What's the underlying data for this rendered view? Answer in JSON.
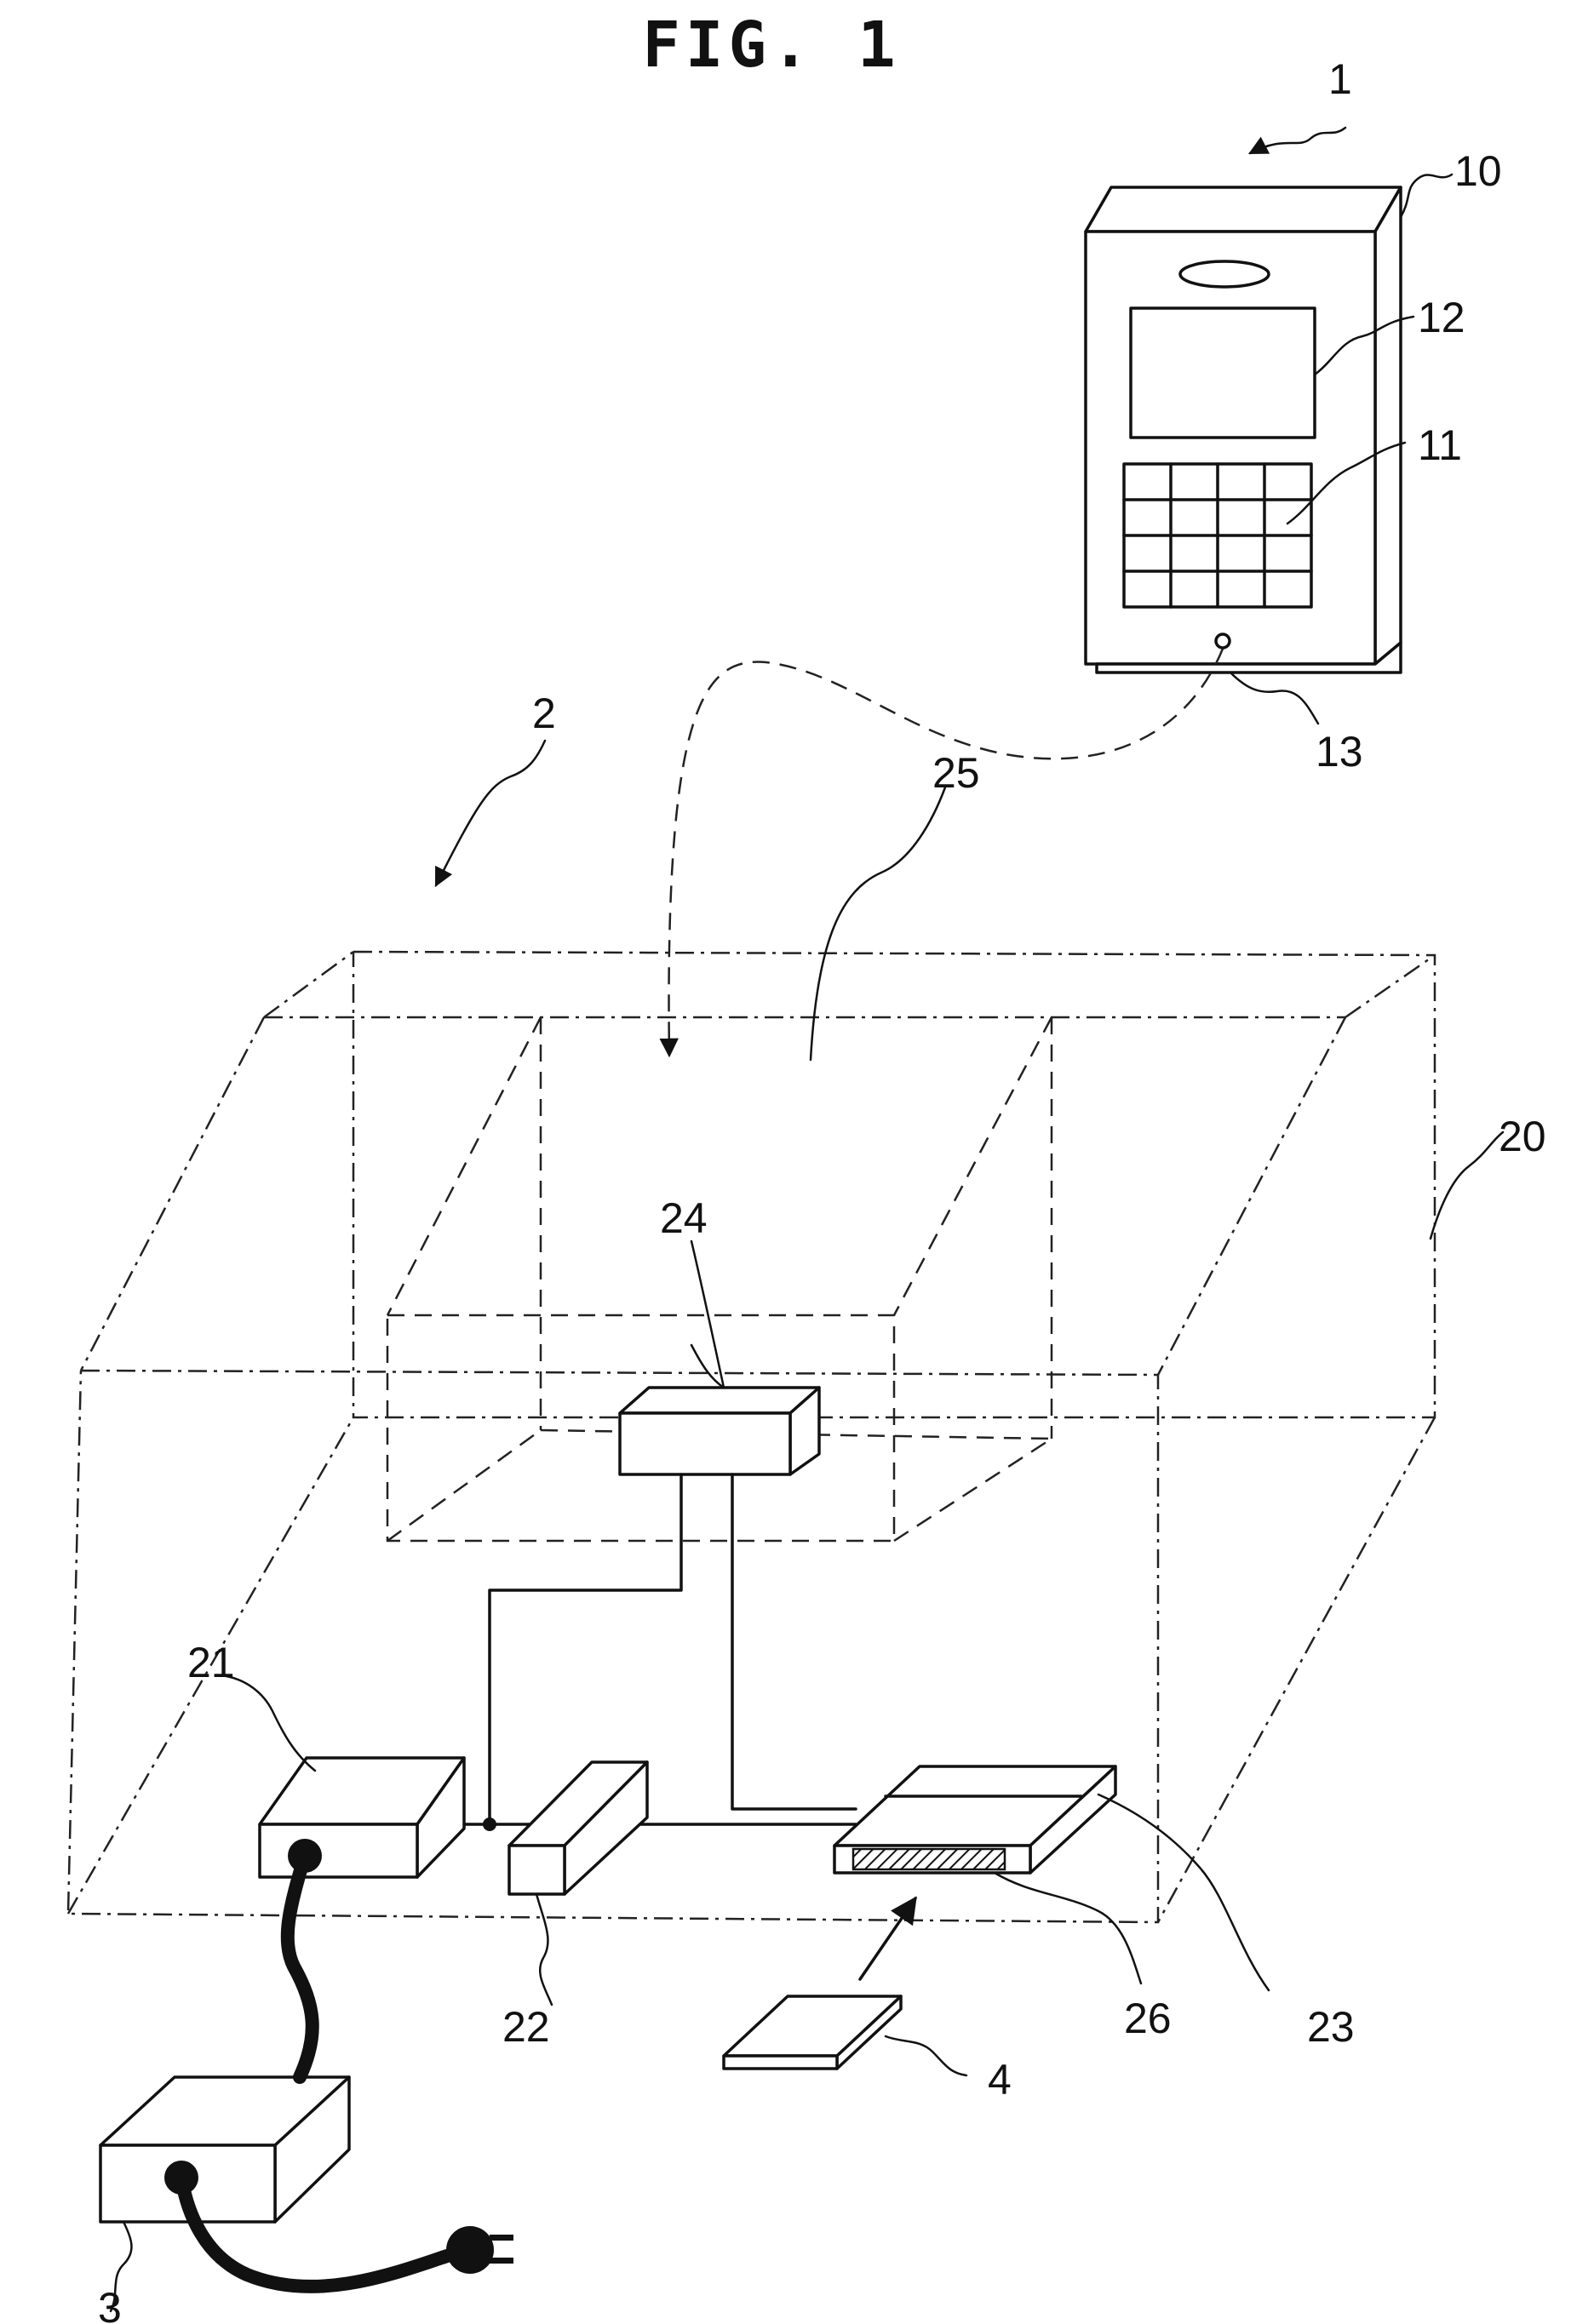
{
  "figure": {
    "title": "FIG. 1"
  },
  "refs": {
    "r1": "1",
    "r10": "10",
    "r12": "12",
    "r11": "11",
    "r13": "13",
    "r2": "2",
    "r25": "25",
    "r20": "20",
    "r24": "24",
    "r21": "21",
    "r22": "22",
    "r26": "26",
    "r23": "23",
    "r4": "4",
    "r3": "3"
  }
}
